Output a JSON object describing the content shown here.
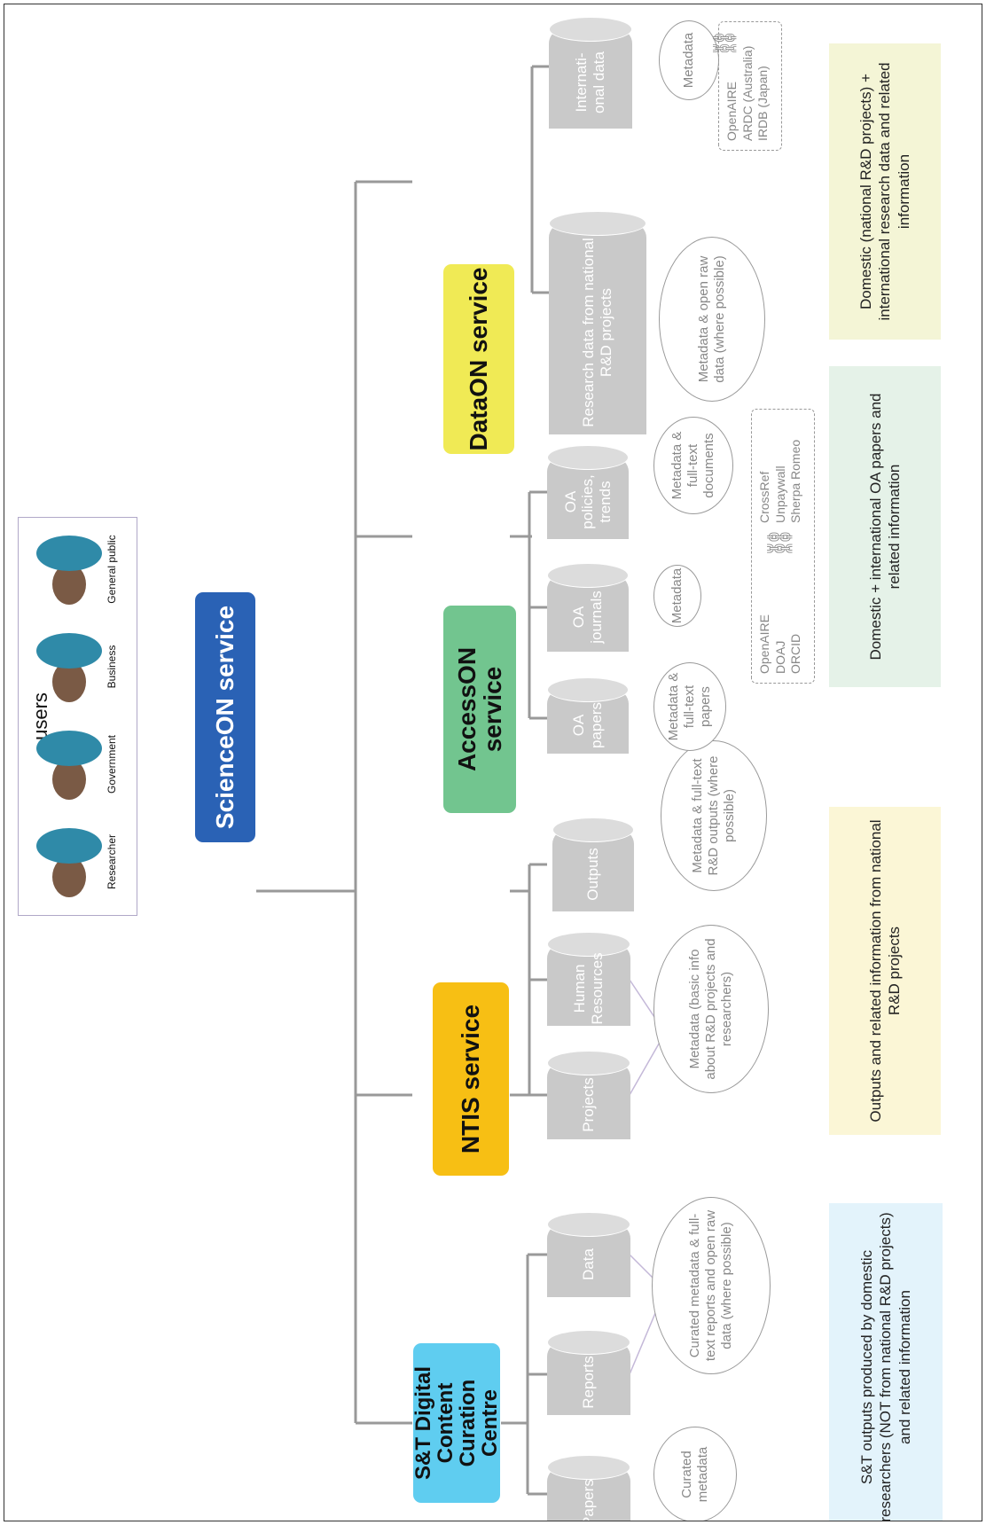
{
  "users": {
    "title": "users",
    "items": [
      "Researcher",
      "Government",
      "Business",
      "General public"
    ]
  },
  "root": {
    "label": "ScienceON service",
    "color": "#2a62b5"
  },
  "columns": [
    {
      "service": "S&T Digital Content Curation Centre",
      "color": "#5fcdf0",
      "stores": [
        "Papers",
        "Reports",
        "Data"
      ],
      "bubbles": [
        "Curated metadata",
        "Curated metadata & full-text reports and open raw data (where possible)"
      ],
      "panel": "S&T outputs produced by domestic researchers (NOT from national R&D projects) and related information",
      "panel_color": "#e3f3fb"
    },
    {
      "service": "NTIS service",
      "color": "#f7bf14",
      "stores": [
        "Projects",
        "Human Resources",
        "Outputs"
      ],
      "bubbles": [
        "Metadata (basic info about R&D projects and researchers)",
        "Metadata & full-text R&D outputs (where possible)"
      ],
      "panel": "Outputs and related information from national R&D projects",
      "panel_color": "#fbf6d6"
    },
    {
      "service": "AccessON service",
      "color": "#72c58f",
      "stores": [
        "OA papers",
        "OA journals",
        "OA policies, trends"
      ],
      "bubbles": [
        "Metadata & full-text papers",
        "Metadata",
        "Metadata & full-text documents"
      ],
      "partners_left": [
        "OpenAIRE",
        "DOAJ",
        "ORCID"
      ],
      "partners_right": [
        "CrossRef",
        "Unpaywall",
        "Sherpa Romeo"
      ],
      "panel": "Domestic + international OA papers and related information",
      "panel_color": "#e5f2e8"
    },
    {
      "service": "DataON service",
      "color": "#f0ea55",
      "stores": [
        "Research data from national R&D projects",
        "Internati-onal data"
      ],
      "bubbles": [
        "Metadata & open raw data (where possible)",
        "Metadata"
      ],
      "partners": [
        "OpenAIRE",
        "ARDC (Australia)",
        "IRDB (Japan)"
      ],
      "panel": "Domestic (national R&D projects) + international research data and related information",
      "panel_color": "#f4f5d6"
    }
  ]
}
